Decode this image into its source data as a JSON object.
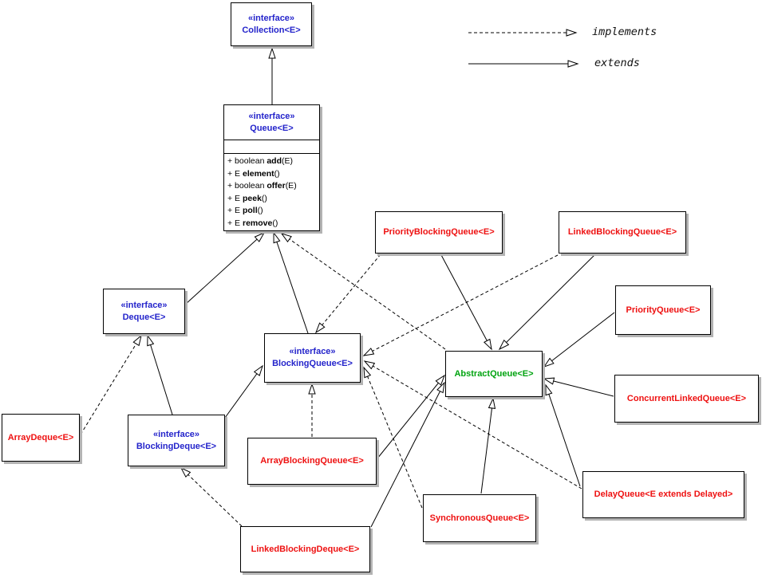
{
  "legend": {
    "implements_label": "implements",
    "extends_label": "extends"
  },
  "colors": {
    "interface_text": "#2424cb",
    "class_text": "#ee1111",
    "abstract_class_text": "#00a30f",
    "edge_line": "#000000",
    "box_background": "#ffffff",
    "box_shadow": "#b3b3b3"
  },
  "nodes": {
    "collection": {
      "stereotype": "«interface»",
      "name": "Collection<E>"
    },
    "queue": {
      "stereotype": "«interface»",
      "name": "Queue<E>",
      "methods": [
        {
          "pre": "+ boolean ",
          "name": "add",
          "post": "(E)"
        },
        {
          "pre": "+ E ",
          "name": "element",
          "post": "()"
        },
        {
          "pre": "+ boolean ",
          "name": "offer",
          "post": "(E)"
        },
        {
          "pre": "+ E ",
          "name": "peek",
          "post": "()"
        },
        {
          "pre": "+ E ",
          "name": "poll",
          "post": "()"
        },
        {
          "pre": "+ E ",
          "name": "remove",
          "post": "()"
        }
      ]
    },
    "deque": {
      "stereotype": "«interface»",
      "name": "Deque<E>"
    },
    "blockingQueue": {
      "stereotype": "«interface»",
      "name": "BlockingQueue<E>"
    },
    "blockingDeque": {
      "stereotype": "«interface»",
      "name": "BlockingDeque<E>"
    },
    "abstractQueue": {
      "name": "AbstractQueue<E>"
    },
    "priorityBlockingQueue": {
      "name": "PriorityBlockingQueue<E>"
    },
    "linkedBlockingQueue": {
      "name": "LinkedBlockingQueue<E>"
    },
    "priorityQueue": {
      "name": "PriorityQueue<E>"
    },
    "concurrentLinkedQueue": {
      "name": "ConcurrentLinkedQueue<E>"
    },
    "arrayDeque": {
      "name": "ArrayDeque<E>"
    },
    "arrayBlockingQueue": {
      "name": "ArrayBlockingQueue<E>"
    },
    "synchronousQueue": {
      "name": "SynchronousQueue<E>"
    },
    "delayQueue": {
      "name": "DelayQueue<E extends Delayed>"
    },
    "linkedBlockingDeque": {
      "name": "LinkedBlockingDeque<E>"
    }
  }
}
